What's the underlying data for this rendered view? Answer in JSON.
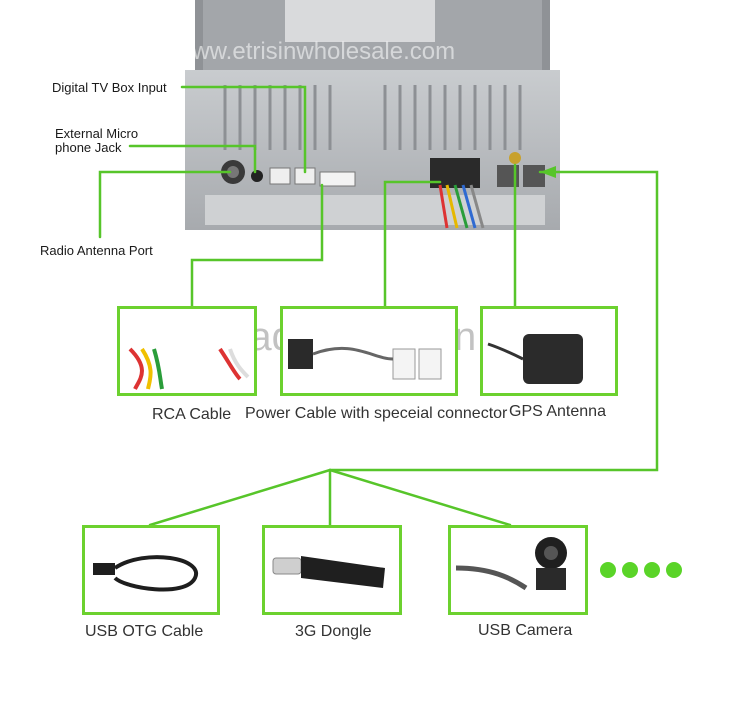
{
  "watermarks": {
    "top": "www.etrisinwholesale.com",
    "middle": "trade.china.cn"
  },
  "port_labels": {
    "digital_tv": "Digital TV Box Input",
    "mic_line1": "External Micro",
    "mic_line2": "phone Jack",
    "radio_antenna": "Radio Antenna Port"
  },
  "accessories_row1": [
    {
      "caption": "RCA Cable",
      "icon": "rca-cable"
    },
    {
      "caption": "Power Cable with speceial connector",
      "icon": "power-cable"
    },
    {
      "caption": "GPS Antenna",
      "icon": "gps-antenna"
    }
  ],
  "accessories_row2": [
    {
      "caption": "USB OTG Cable",
      "icon": "usb-otg-cable"
    },
    {
      "caption": "3G Dongle",
      "icon": "usb-dongle"
    },
    {
      "caption": "USB Camera",
      "icon": "usb-camera"
    }
  ],
  "colors": {
    "accent": "#6cd12f",
    "line": "#57c52a",
    "device": "#b9bcbf"
  }
}
